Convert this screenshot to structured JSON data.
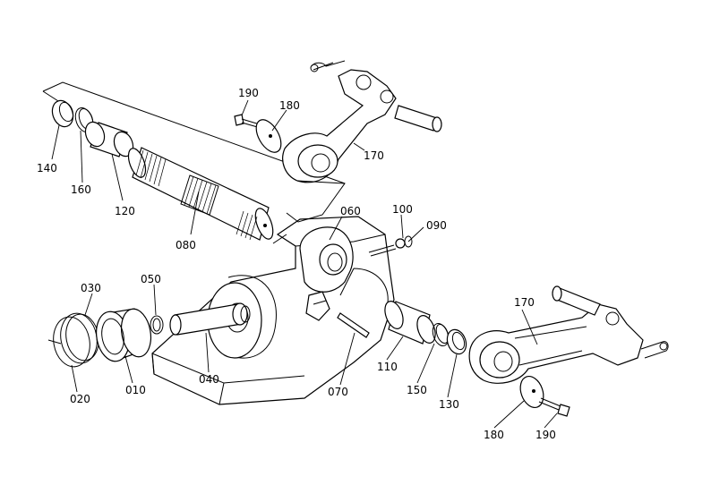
{
  "diagram": {
    "labels": {
      "l140": "140",
      "l160": "160",
      "l120": "120",
      "l080": "080",
      "l190a": "190",
      "l180a": "180",
      "l170a": "170",
      "l060": "060",
      "l100": "100",
      "l090": "090",
      "l030": "030",
      "l050": "050",
      "l020": "020",
      "l010": "010",
      "l040": "040",
      "l070": "070",
      "l110": "110",
      "l150": "150",
      "l130": "130",
      "l170b": "170",
      "l180b": "180",
      "l190b": "190"
    }
  }
}
